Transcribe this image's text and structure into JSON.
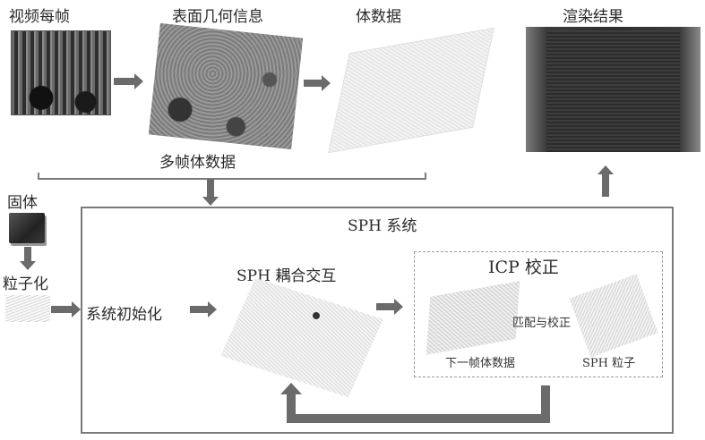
{
  "top_row": {
    "video_frames": "视频每帧",
    "surface_geometry": "表面几何信息",
    "volume_data": "体数据",
    "render_result": "渲染结果",
    "multi_frame_volume": "多帧体数据"
  },
  "left_column": {
    "solid": "固体",
    "particlize": "粒子化"
  },
  "sph_system": {
    "title": "SPH 系统",
    "init": "系统初始化",
    "coupling": "SPH 耦合交互",
    "icp": {
      "title": "ICP 校正",
      "match": "匹配与校正",
      "next_frame": "下一帧体数据",
      "sph_particles": "SPH 粒子"
    }
  },
  "colors": {
    "arrow": "#6b6b6b",
    "border": "#7a7a7a",
    "dashed_border": "#9a9a9a"
  }
}
